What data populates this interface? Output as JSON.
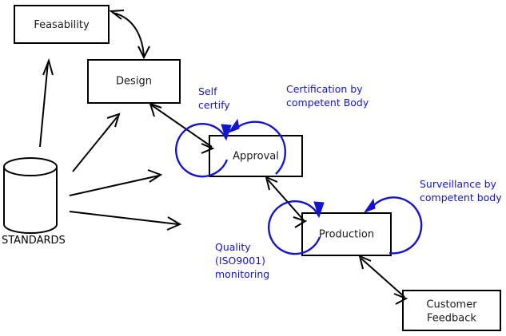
{
  "diagram": {
    "title": "Standards lifecycle flow diagram",
    "colors": {
      "shape_stroke": "#000000",
      "annotation": "#1414cd",
      "background": "#ffffff",
      "label_text": "#1a1a1a"
    },
    "boxes": [
      {
        "id": "feasability",
        "label": "Feasability"
      },
      {
        "id": "design",
        "label": "Design"
      },
      {
        "id": "approval",
        "label": "Approval"
      },
      {
        "id": "production",
        "label": "Production"
      },
      {
        "id": "customer_feedback",
        "label_line1": "Customer",
        "label_line2": "Feedback"
      }
    ],
    "datastore": {
      "id": "standards",
      "label": "STANDARDS"
    },
    "annotations": [
      {
        "id": "self_certify",
        "line1": "Self",
        "line2": "certify"
      },
      {
        "id": "certification",
        "line1": "Certification by",
        "line2": "competent Body"
      },
      {
        "id": "surveillance",
        "line1": "Surveillance by",
        "line2": "competent body"
      },
      {
        "id": "quality",
        "line1": "Quality",
        "line2": "(ISO9001)",
        "line3": "monitoring"
      }
    ]
  }
}
